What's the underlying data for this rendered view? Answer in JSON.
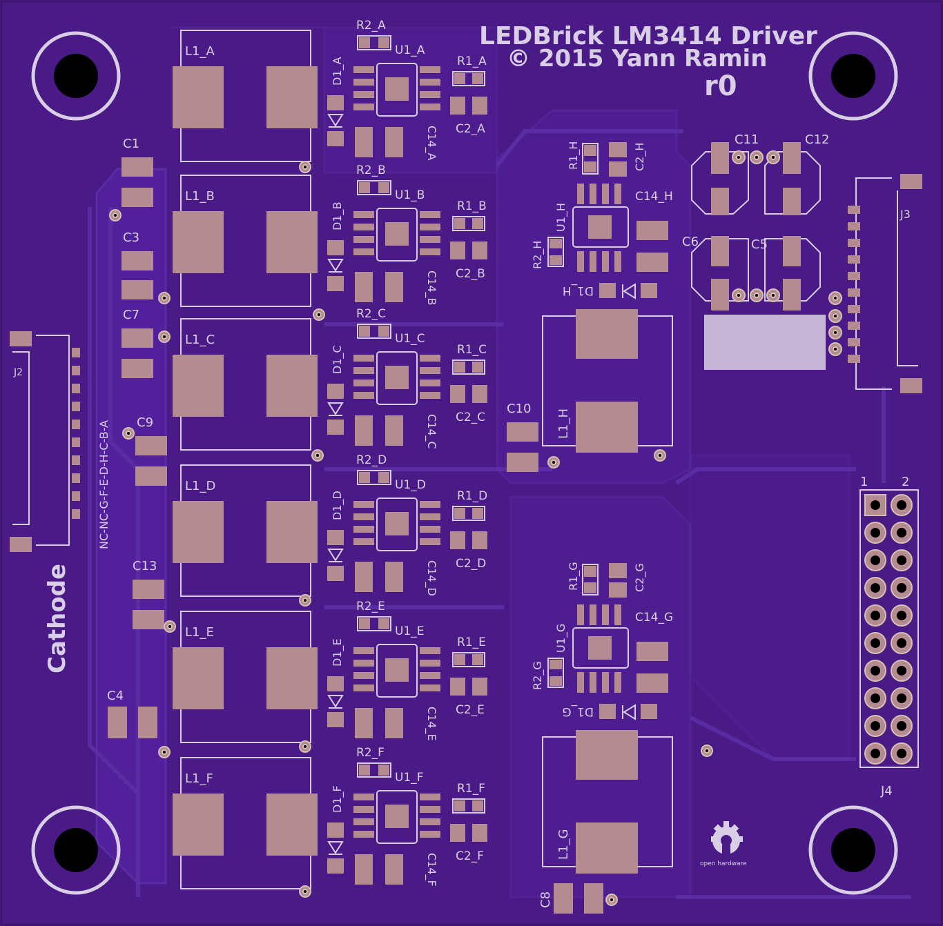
{
  "title": {
    "line1": "LEDBrick LM3414 Driver",
    "line2": "© 2015 Yann Ramin",
    "revision": "r0"
  },
  "cathode_label": "Cathode",
  "channel_order_label": "NC-NC-G-F-E-D-H-C-B-A",
  "oshw_label": "open hardware",
  "connectors": {
    "j2": "J2",
    "j3": "J3",
    "j4": "J4",
    "j4_pin1": "1",
    "j4_pin2": "2"
  },
  "capacitors": {
    "c1": "C1",
    "c3": "C3",
    "c4": "C4",
    "c5": "C5",
    "c6": "C6",
    "c7": "C7",
    "c8": "C8",
    "c9": "C9",
    "c10": "C10",
    "c11": "C11",
    "c12": "C12",
    "c13": "C13"
  },
  "channels_left": [
    {
      "l1": "L1_A",
      "d1": "D1_A",
      "r2": "R2_A",
      "u1": "U1_A",
      "r1": "R1_A",
      "c2": "C2_A",
      "c14": "C14_A"
    },
    {
      "l1": "L1_B",
      "d1": "D1_B",
      "r2": "R2_B",
      "u1": "U1_B",
      "r1": "R1_B",
      "c2": "C2_B",
      "c14": "C14_B"
    },
    {
      "l1": "L1_C",
      "d1": "D1_C",
      "r2": "R2_C",
      "u1": "U1_C",
      "r1": "R1_C",
      "c2": "C2_C",
      "c14": "C14_C"
    },
    {
      "l1": "L1_D",
      "d1": "D1_D",
      "r2": "R2_D",
      "u1": "U1_D",
      "r1": "R1_D",
      "c2": "C2_D",
      "c14": "C14_D"
    },
    {
      "l1": "L1_E",
      "d1": "D1_E",
      "r2": "R2_E",
      "u1": "U1_E",
      "r1": "R1_E",
      "c2": "C2_E",
      "c14": "C14_E"
    },
    {
      "l1": "L1_F",
      "d1": "D1_F",
      "r2": "R2_F",
      "u1": "U1_F",
      "r1": "R1_F",
      "c2": "C2_F",
      "c14": "C14_F"
    }
  ],
  "channels_right": [
    {
      "r1": "R1_H",
      "c2": "C2_H",
      "u1": "U1_H",
      "c14": "C14_H",
      "r2": "R2_H",
      "d1": "D1_H",
      "l1": "L1_H"
    },
    {
      "r1": "R1_G",
      "c2": "C2_G",
      "u1": "U1_G",
      "c14": "C14_G",
      "r2": "R2_G",
      "d1": "D1_G",
      "l1": "L1_G"
    }
  ],
  "colors": {
    "board": "#4a1a86",
    "copper": "#55209a",
    "copper_light": "#5a2aa0",
    "pad": "#b58b92",
    "silkscreen": "#d8cfe6",
    "hole": "#000000",
    "label_block": "#c5b6d8"
  }
}
